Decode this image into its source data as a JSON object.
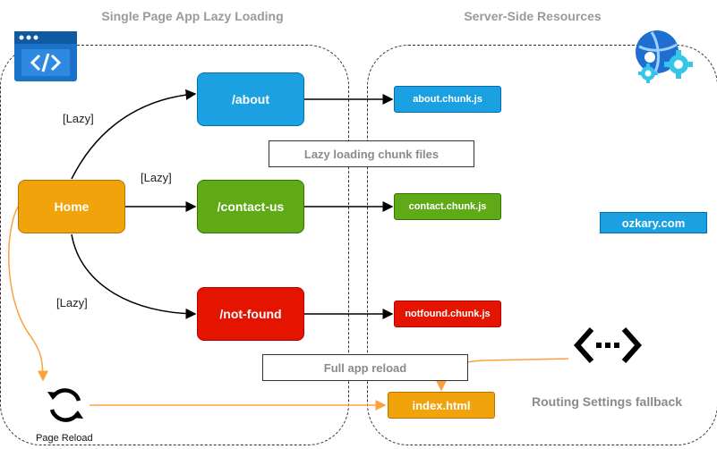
{
  "titles": {
    "spa": "Single Page App Lazy Loading",
    "server": "Server-Side Resources"
  },
  "nodes": {
    "home": "Home",
    "about": "/about",
    "contact": "/contact-us",
    "notfound": "/not-found"
  },
  "chunks": {
    "about": "about.chunk.js",
    "contact": "contact.chunk.js",
    "notfound": "notfound.chunk.js",
    "index": "index.html"
  },
  "notes": {
    "lazy_loading": "Lazy loading chunk files",
    "full_reload": "Full app reload"
  },
  "edge_labels": {
    "lazy_about": "[Lazy]",
    "lazy_contact": "[Lazy]",
    "lazy_notfound": "[Lazy]"
  },
  "labels": {
    "page_reload": "Page Reload",
    "routing_fallback": "Routing Settings fallback",
    "brand": "ozkary.com"
  },
  "colors": {
    "about": "#1ba1e2",
    "contact": "#60a917",
    "notfound": "#e51400",
    "home": "#f0a30a",
    "reload_edge": "#ffa040"
  },
  "icons": {
    "app": "code-window-icon",
    "server": "web-app-gear-icon",
    "reload": "refresh-icon",
    "routing": "routing-ellipsis-icon"
  }
}
